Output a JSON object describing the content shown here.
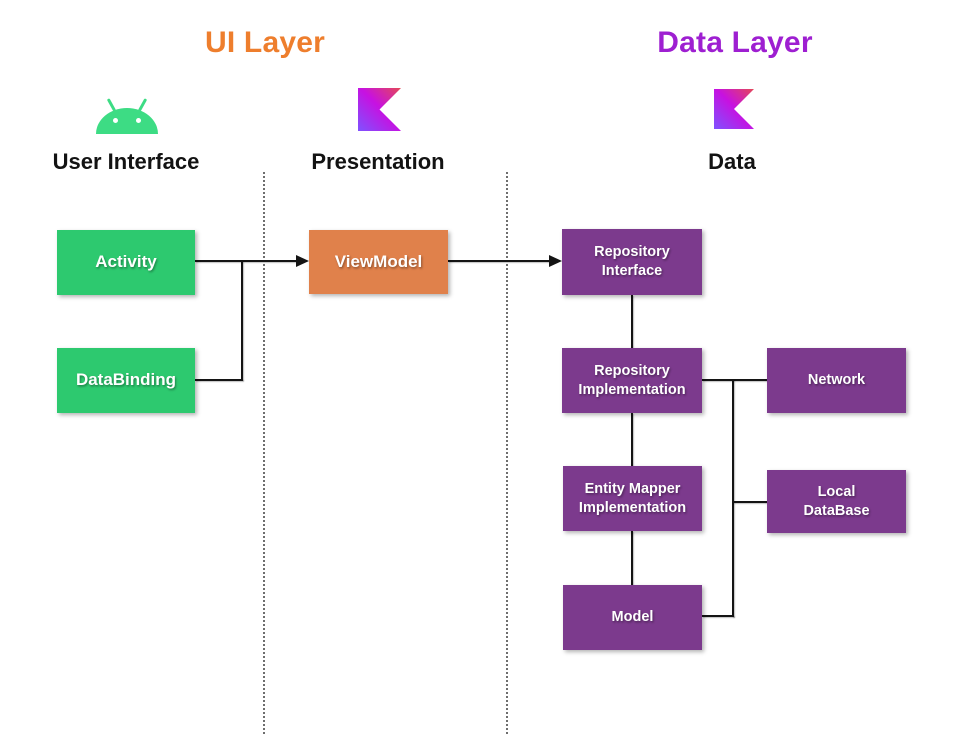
{
  "layers": {
    "ui": {
      "label": "UI Layer",
      "color": "#EE7E2D"
    },
    "data": {
      "label": "Data Layer",
      "color": "#9E1FD1"
    }
  },
  "columns": {
    "user_interface": {
      "label": "User Interface",
      "icon": "android-robot-icon"
    },
    "presentation": {
      "label": "Presentation",
      "icon": "kotlin-logo-icon"
    },
    "data": {
      "label": "Data",
      "icon": "kotlin-logo-icon"
    }
  },
  "nodes": {
    "activity": {
      "label": "Activity",
      "color": "#2DC96F"
    },
    "databinding": {
      "label": "DataBinding",
      "color": "#2DC96F"
    },
    "viewmodel": {
      "label": "ViewModel",
      "color": "#E0814B"
    },
    "repository_interface": {
      "label": "Repository\nInterface",
      "color": "#7C3A8D"
    },
    "repository_implementation": {
      "label": "Repository\nImplementation",
      "color": "#7C3A8D"
    },
    "entity_mapper_implementation": {
      "label": "Entity Mapper\nImplementation",
      "color": "#7C3A8D"
    },
    "model": {
      "label": "Model",
      "color": "#7C3A8D"
    },
    "network": {
      "label": "Network",
      "color": "#7C3A8D"
    },
    "local_database": {
      "label": "Local\nDataBase",
      "color": "#7C3A8D"
    }
  },
  "icons": {
    "android_green": "#3DDC84",
    "kotlin_gradient": [
      "#E44857",
      "#C711E1",
      "#7F52FF"
    ]
  },
  "edges": [
    {
      "from": "activity",
      "to": "viewmodel",
      "style": "arrow"
    },
    {
      "from": "databinding",
      "to": "viewmodel",
      "style": "elbow-join"
    },
    {
      "from": "viewmodel",
      "to": "repository_interface",
      "style": "arrow"
    },
    {
      "from": "repository_interface",
      "to": "repository_implementation",
      "style": "line"
    },
    {
      "from": "repository_implementation",
      "to": "network",
      "style": "line"
    },
    {
      "from": "repository_implementation",
      "to": "local_database",
      "style": "elbow"
    },
    {
      "from": "repository_implementation",
      "to": "entity_mapper_implementation",
      "style": "line"
    },
    {
      "from": "entity_mapper_implementation",
      "to": "model",
      "style": "line"
    },
    {
      "from": "model",
      "to": "local_database",
      "style": "elbow"
    }
  ]
}
